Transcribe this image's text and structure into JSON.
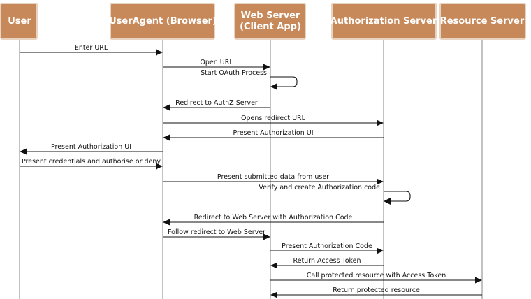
{
  "participants": [
    {
      "id": "user",
      "lines": [
        "User"
      ]
    },
    {
      "id": "useragent",
      "lines": [
        "UserAgent (Browser)"
      ]
    },
    {
      "id": "webserver",
      "lines": [
        "Web Server",
        "(Client App)"
      ]
    },
    {
      "id": "authserver",
      "lines": [
        "Authorization Server"
      ]
    },
    {
      "id": "resserver",
      "lines": [
        "Resource Server"
      ]
    }
  ],
  "messages": [
    {
      "from": "user",
      "to": "useragent",
      "label": "Enter URL"
    },
    {
      "from": "useragent",
      "to": "webserver",
      "label": "Open URL"
    },
    {
      "from": "webserver",
      "to": "webserver",
      "label": "Start OAuth Process",
      "self": true
    },
    {
      "from": "webserver",
      "to": "useragent",
      "label": "Redirect to AuthZ Server"
    },
    {
      "from": "useragent",
      "to": "authserver",
      "label": "Opens redirect URL"
    },
    {
      "from": "authserver",
      "to": "useragent",
      "label": "Present Authorization UI"
    },
    {
      "from": "useragent",
      "to": "user",
      "label": "Present Authorization UI"
    },
    {
      "from": "user",
      "to": "useragent",
      "label": "Present credentials and authorise or deny"
    },
    {
      "from": "useragent",
      "to": "authserver",
      "label": "Present submitted data from user"
    },
    {
      "from": "authserver",
      "to": "authserver",
      "label": "Verify and create Authorization code",
      "self": true
    },
    {
      "from": "authserver",
      "to": "useragent",
      "label": "Redirect to Web Server with Authorization Code"
    },
    {
      "from": "useragent",
      "to": "webserver",
      "label": "Follow redirect to Web Server"
    },
    {
      "from": "webserver",
      "to": "authserver",
      "label": "Present Authorization Code"
    },
    {
      "from": "authserver",
      "to": "webserver",
      "label": "Return Access Token"
    },
    {
      "from": "webserver",
      "to": "resserver",
      "label": "Call protected resource with Access Token"
    },
    {
      "from": "resserver",
      "to": "webserver",
      "label": "Return protected resource"
    }
  ]
}
